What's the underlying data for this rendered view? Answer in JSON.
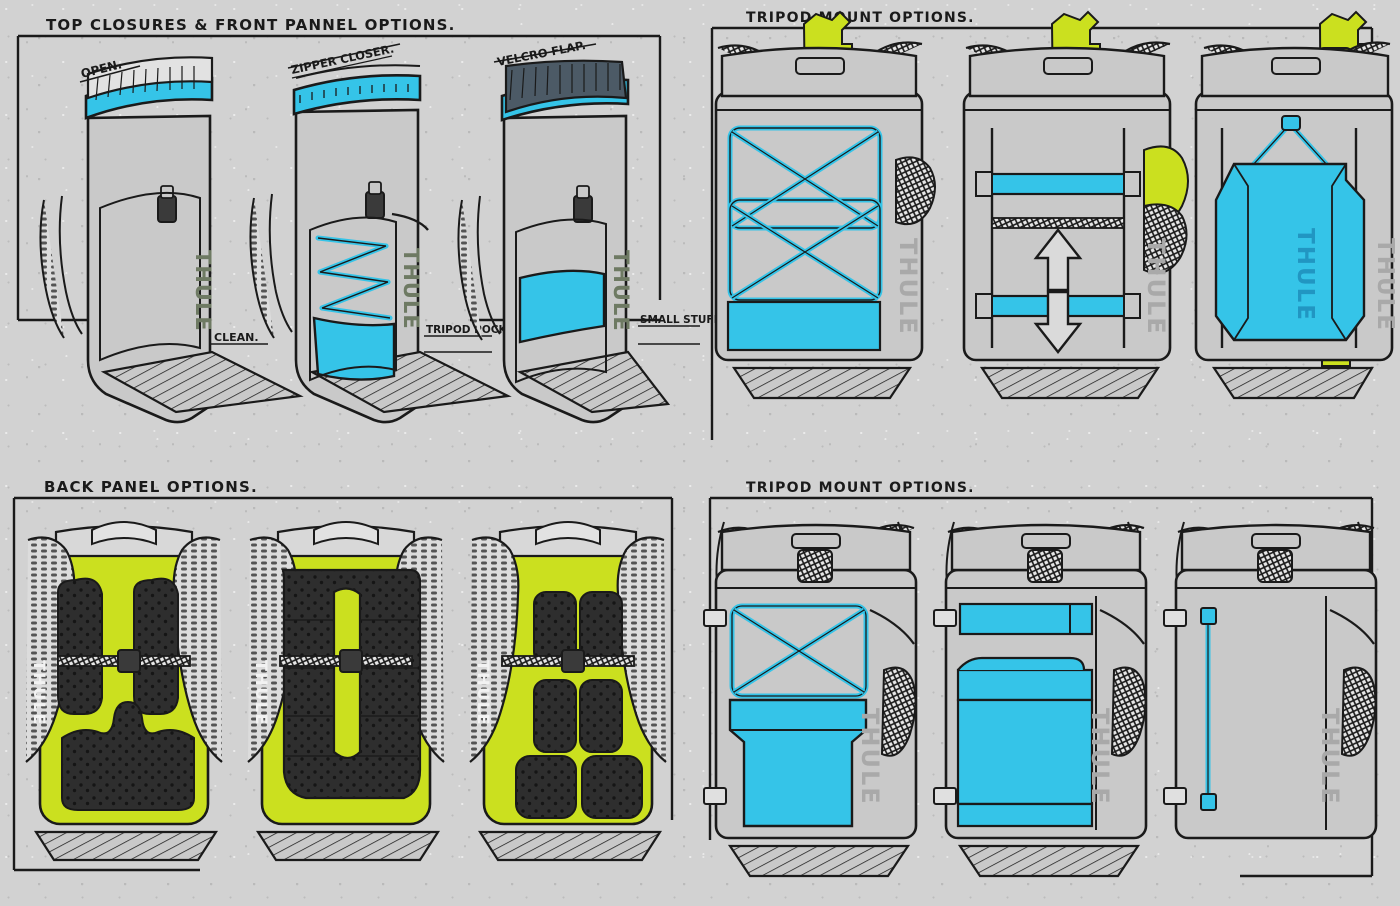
{
  "sheet": {
    "background_color": "#d2d2d2",
    "ink_color": "#1a1a1a",
    "accent_cyan": "#35c4e8",
    "accent_lime": "#cbe01f",
    "panel_grey": "#c9c9c9",
    "logo_grey": "#a9a9a9",
    "logo_olive": "#6e7a63",
    "pad_dark": "#2e2e2e"
  },
  "panels": {
    "top_left": {
      "title": "TOP CLOSURES & FRONT PANNEL OPTIONS.",
      "figures": [
        {
          "id": "fig-open",
          "top_label": "OPEN.",
          "bottom_label": "CLEAN.",
          "closure": "open roll top",
          "front_feature": "plain front panel",
          "logo": "THULE"
        },
        {
          "id": "fig-zipper",
          "top_label": "ZIPPER CLOSER.",
          "bottom_label": "TRIPOD POCKET & WEBBING.",
          "closure": "zipper closure",
          "front_feature": "cyan zig-zag webbing with tripod pocket",
          "logo": "THULE"
        },
        {
          "id": "fig-velcro",
          "top_label": "VELCRO FLAP.",
          "bottom_label": "SMALL STUFF POCKET.",
          "closure": "velcro flap",
          "front_feature": "cyan small stuff pocket",
          "logo": "THULE"
        }
      ]
    },
    "top_right": {
      "title": "TRIPOD MOUNT OPTIONS.",
      "figures": [
        {
          "id": "tripod-crisscross",
          "mount": "criss-cross bungee cord over tripod",
          "tripod_color": "#cbe01f",
          "cord_color": "#35c4e8",
          "logo": "THULE"
        },
        {
          "id": "tripod-straps",
          "mount": "two horizontal adjustable straps",
          "strap_color": "#35c4e8",
          "arrows": [
            "up",
            "down"
          ],
          "logo": "THULE"
        },
        {
          "id": "tripod-side-sleeve",
          "mount": "side mesh sleeve + front cyan pocket",
          "pocket_color": "#35c4e8",
          "pocket_logo": "THULE",
          "logo": "THULE"
        }
      ]
    },
    "bottom_left": {
      "title": "BACK PANEL OPTIONS.",
      "figures": [
        {
          "id": "back-h-channel",
          "pad_layout": "two upper pads + one lower horseshoe pad",
          "base_color": "#cbe01f",
          "pad_color": "#2e2e2e",
          "logo": "THULE"
        },
        {
          "id": "back-spine-stripe",
          "pad_layout": "full dark pad with lime centre spine stripe",
          "base_color": "#cbe01f",
          "pad_color": "#2e2e2e",
          "logo": "THULE"
        },
        {
          "id": "back-six-pads",
          "pad_layout": "six separate rectangular pads in two columns",
          "base_color": "#cbe01f",
          "pad_color": "#2e2e2e",
          "logo": "THULE"
        }
      ]
    },
    "bottom_right": {
      "title": "TRIPOD MOUNT OPTIONS.",
      "figures": [
        {
          "id": "mount-cord-pocket",
          "mount": "criss-cross cord over cyan bucket pocket",
          "accent_color": "#35c4e8",
          "logo": "THULE"
        },
        {
          "id": "mount-panel-pocket",
          "mount": "cyan flap pocket with upper cyan band",
          "accent_color": "#35c4e8",
          "logo": "THULE"
        },
        {
          "id": "mount-vertical-zip",
          "mount": "single vertical cyan zipper",
          "accent_color": "#35c4e8",
          "logo": "THULE"
        }
      ]
    }
  }
}
